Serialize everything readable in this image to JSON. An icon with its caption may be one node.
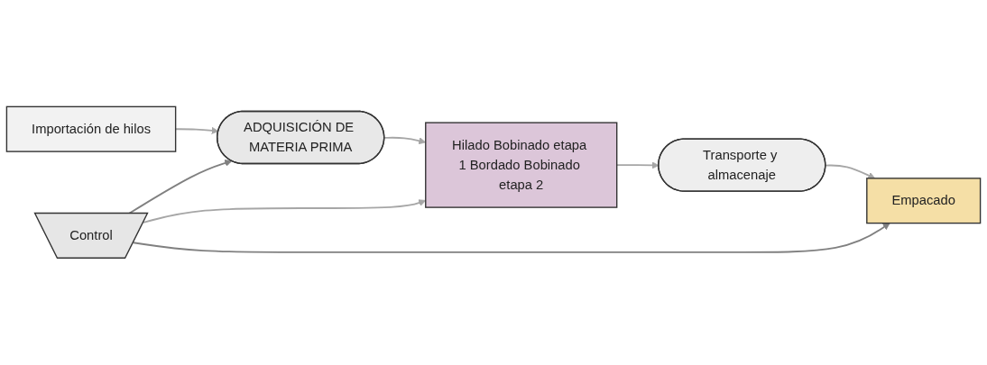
{
  "diagram": {
    "nodes": [
      {
        "text": [
          "Importación de hilos"
        ]
      },
      {
        "text": [
          "ADQUISICIÓN DE MATERIA PRIMA"
        ]
      },
      {
        "text": [
          "Hilado Bobinado etapa 1 Bordado Bobinado etapa 2"
        ]
      },
      {
        "text": [
          "Transporte y almacenaje"
        ]
      },
      {
        "text": [
          "Empacado"
        ]
      },
      {
        "text": [
          "Control"
        ]
      }
    ],
    "edges": [
      {
        "from": 0,
        "to": 1,
        "arrow": "to"
      },
      {
        "from": 1,
        "to": 2,
        "arrow": "to"
      },
      {
        "from": 2,
        "to": 3,
        "arrow": "to"
      },
      {
        "from": 3,
        "to": 4,
        "arrow": "to"
      },
      {
        "from": 5,
        "to": 2,
        "arrow": "to"
      },
      {
        "from": 5,
        "to": 1,
        "arrow": "to",
        "color": "#808080"
      },
      {
        "from": 5,
        "to": 4,
        "arrow": "to",
        "color": "#808080"
      }
    ]
  }
}
